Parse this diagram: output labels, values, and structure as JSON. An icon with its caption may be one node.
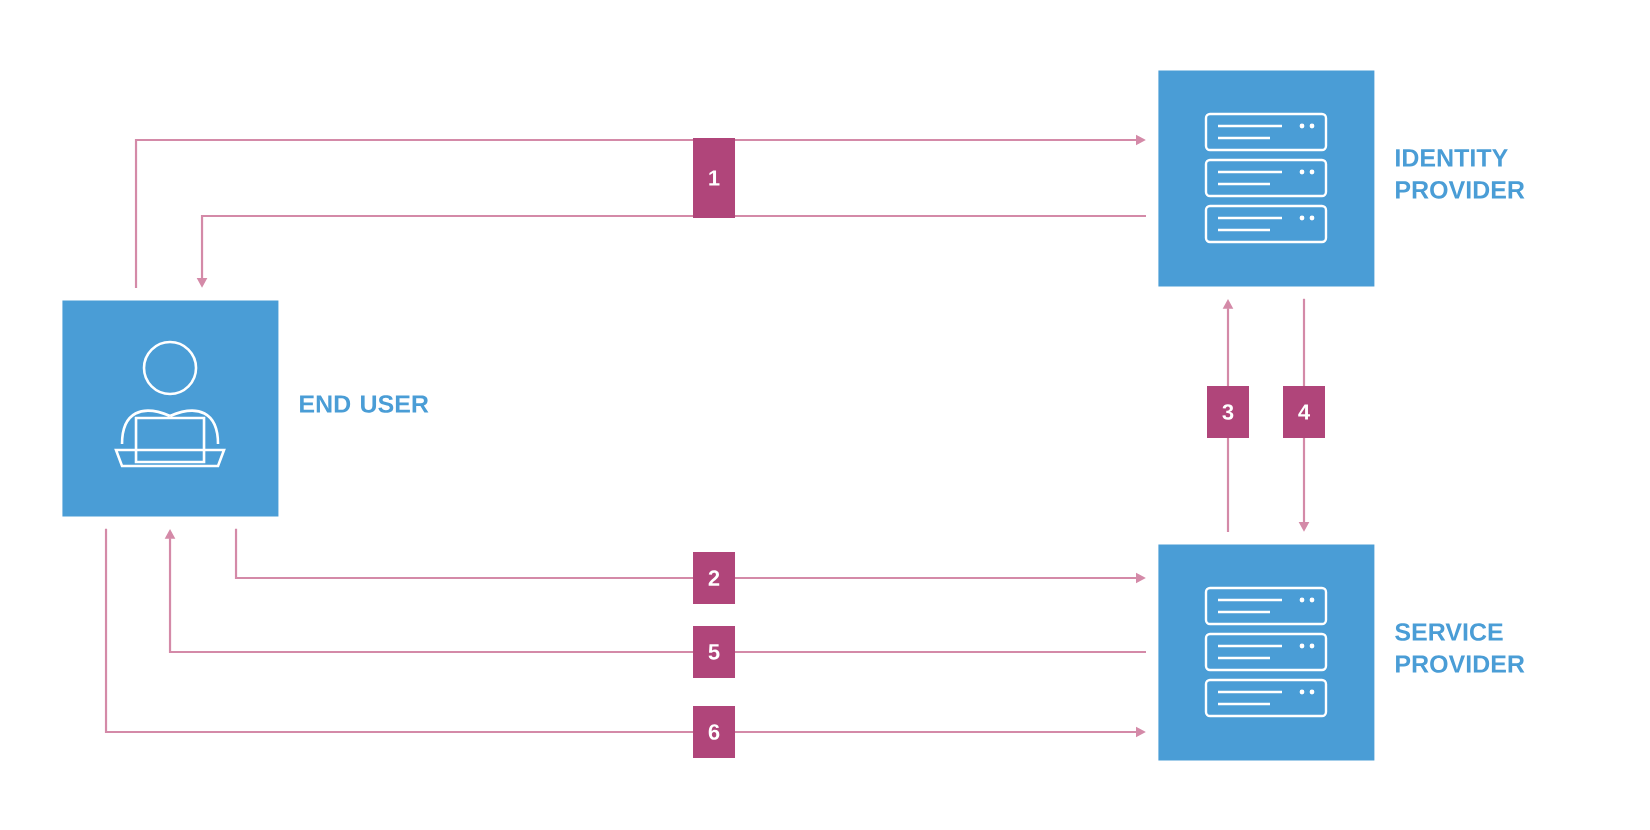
{
  "diagram": {
    "nodes": [
      {
        "text": [
          "END USER"
        ]
      },
      {
        "text": [
          "IDENTITY PROVIDER"
        ]
      },
      {
        "text": [
          "SERVICE PROVIDER"
        ]
      }
    ],
    "edges": [
      {
        "from": 0,
        "to": 1,
        "arrow": "to",
        "label": "1"
      },
      {
        "from": 1,
        "to": 0,
        "arrow": "to"
      },
      {
        "from": 0,
        "to": 2,
        "arrow": "to",
        "label": "2"
      },
      {
        "from": 2,
        "to": 1,
        "arrow": "to",
        "label": "3"
      },
      {
        "from": 1,
        "to": 2,
        "arrow": "to",
        "label": "4"
      },
      {
        "from": 2,
        "to": 0,
        "arrow": "to",
        "label": "5"
      },
      {
        "from": 0,
        "to": 2,
        "arrow": "to",
        "label": "6"
      }
    ]
  }
}
